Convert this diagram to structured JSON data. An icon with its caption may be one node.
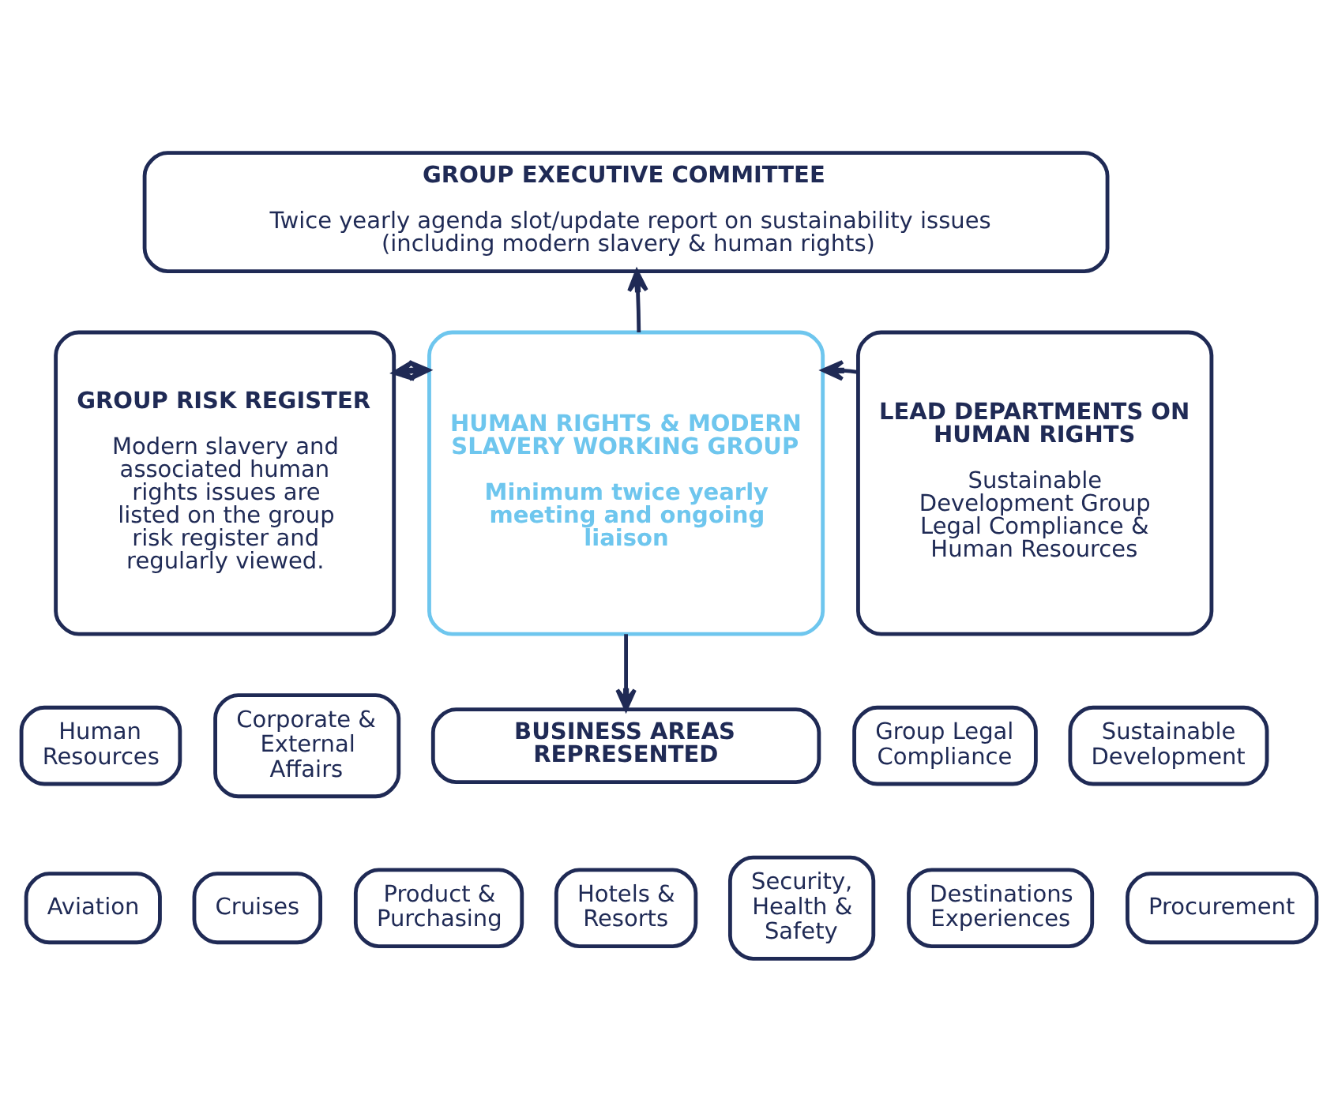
{
  "diagram": {
    "nodes": [
      {
        "text": [
          "GROUP EXECUTIVE COMMITTEE",
          "Twice yearly agenda slot/update report on sustainability issues (including modern slavery & human rights)"
        ]
      },
      {
        "text": [
          "GROUP RISK REGISTER",
          "Modern slavery and associated human rights issues are listed on the group risk register and regularly viewed."
        ]
      },
      {
        "text": [
          "HUMAN RIGHTS & MODERN SLAVERY WORKING GROUP",
          "Minimum twice yearly meeting and ongoing liaison"
        ]
      },
      {
        "text": [
          "LEAD DEPARTMENTS ON HUMAN RIGHTS",
          "Sustainable Development Group Legal Compliance & Human Resources"
        ]
      },
      {
        "text": [
          "Human Resources"
        ]
      },
      {
        "text": [
          "Corporate & External Affairs"
        ]
      },
      {
        "text": [
          "BUSINESS AREAS REPRESENTED"
        ]
      },
      {
        "text": [
          "Group Legal Compliance"
        ]
      },
      {
        "text": [
          "Sustainable Development"
        ]
      },
      {
        "text": [
          "Aviation"
        ]
      },
      {
        "text": [
          "Cruises"
        ]
      },
      {
        "text": [
          "Product & Purchasing"
        ]
      },
      {
        "text": [
          "Hotels & Resorts"
        ]
      },
      {
        "text": [
          "Security, Health & Safety"
        ]
      },
      {
        "text": [
          "Destinations Experiences"
        ]
      },
      {
        "text": [
          "Procurement"
        ]
      }
    ],
    "edges": [
      {
        "from": 2,
        "to": 0,
        "arrow": "to"
      },
      {
        "from": 1,
        "to": 2,
        "arrow": "both"
      },
      {
        "from": 3,
        "to": 2,
        "arrow": "to"
      },
      {
        "from": 2,
        "to": 6,
        "arrow": "to"
      }
    ]
  }
}
